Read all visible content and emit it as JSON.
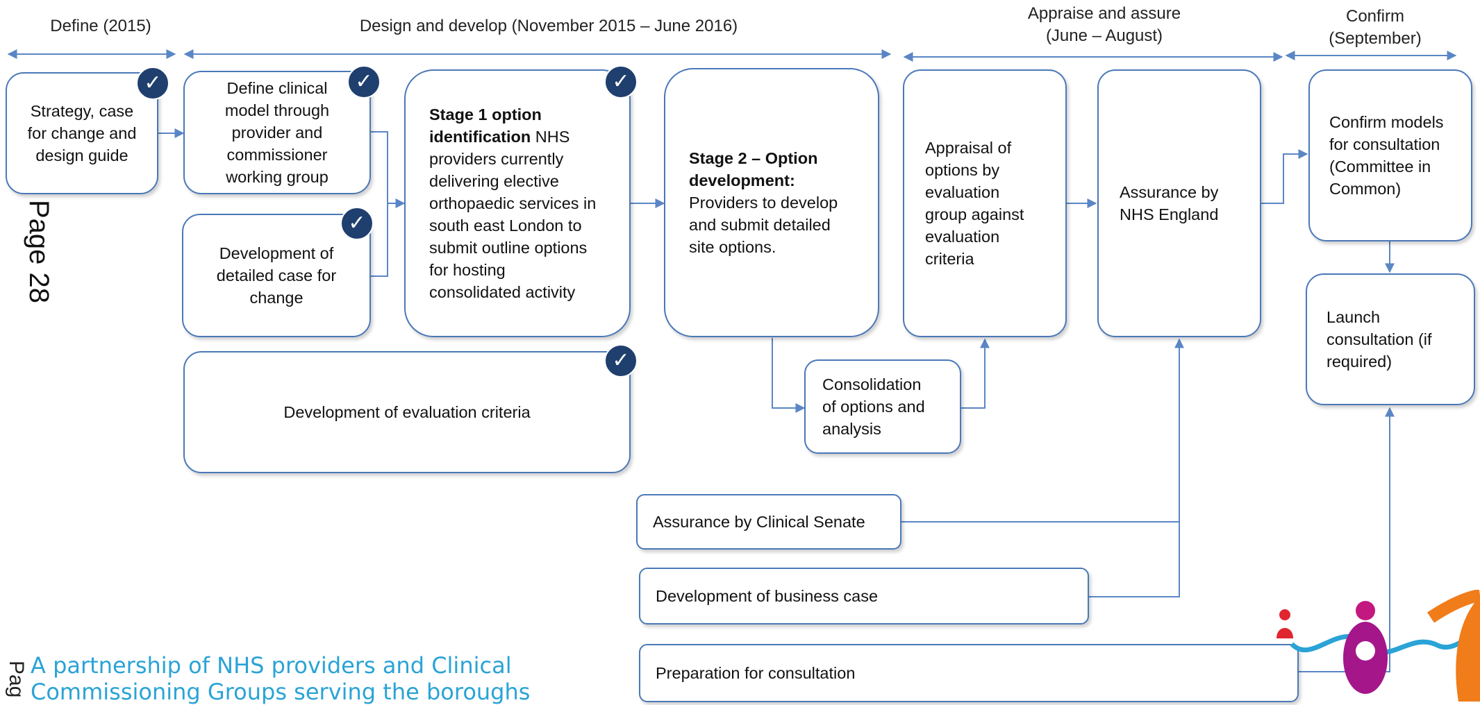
{
  "phases": {
    "define": "Define (2015)",
    "design": "Design and develop  (November 2015 – June 2016)",
    "appraise_l1": "Appraise and assure",
    "appraise_l2": "(June – August)",
    "confirm_l1": "Confirm",
    "confirm_l2": "(September)"
  },
  "boxes": {
    "strategy": [
      "Strategy, case",
      "for change and",
      "design guide"
    ],
    "clinical_model": [
      "Define clinical",
      "model through",
      "provider and",
      "commissioner",
      "working group"
    ],
    "detailed_case": [
      "Development of",
      "detailed case for",
      "change"
    ],
    "stage1_bold_1": "Stage 1 option",
    "stage1_bold_2": "identification",
    "stage1_rest_1": " NHS",
    "stage1_lines": [
      "providers currently",
      "delivering elective",
      "orthopaedic services in",
      "south east London to",
      "submit outline options",
      "for hosting",
      "consolidated activity"
    ],
    "stage2_bold_1": "Stage 2 – Option",
    "stage2_bold_2": "development:",
    "stage2_lines": [
      "Providers to develop",
      "and submit detailed",
      "site options."
    ],
    "appraisal": [
      "Appraisal of",
      "options by",
      "evaluation",
      "group against",
      "evaluation",
      "criteria"
    ],
    "assurance_nhse": [
      "Assurance by",
      "NHS England"
    ],
    "confirm_models": [
      "Confirm models",
      "for consultation",
      "(Committee in",
      "Common)"
    ],
    "launch": [
      "Launch",
      "consultation (if",
      "required)"
    ],
    "evaluation_criteria": "Development of evaluation criteria",
    "consolidation": [
      "Consolidation",
      "of options and",
      "analysis"
    ],
    "clinical_senate": "Assurance by Clinical Senate",
    "business_case": "Development of business case",
    "preparation": "Preparation for consultation"
  },
  "page_label": "Page 28",
  "footer": {
    "line1": "A partnership of NHS providers and Clinical",
    "line2": "Commissioning Groups serving the boroughs",
    "side": "Pag"
  },
  "check_glyph": "✓",
  "colors": {
    "line": "#5a86c5",
    "box_border": "#4a78b8",
    "check": "#1f3f6e",
    "footer_text": "#2aa3d6"
  }
}
